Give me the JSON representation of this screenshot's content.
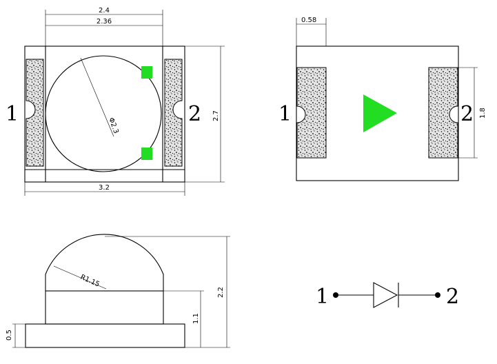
{
  "top_view": {
    "dims": {
      "width_outer": "2.4",
      "width_inner": "2.36",
      "length": "3.2",
      "height": "2.7",
      "lens_diameter": "Φ2.3"
    },
    "pins": {
      "left": "1",
      "right": "2"
    }
  },
  "bottom_view": {
    "dims": {
      "pad_offset": "0.58",
      "pad_height": "1.8"
    },
    "pins": {
      "left": "1",
      "right": "2"
    },
    "polarity_color": "#22dd22"
  },
  "side_view": {
    "dims": {
      "radius": "R1.15",
      "total_height": "2.2",
      "body_height": "1.1",
      "base_height": "0.5"
    }
  },
  "schematic": {
    "pins": {
      "anode": "1",
      "cathode": "2"
    }
  },
  "colors": {
    "line": "#000000",
    "marker": "#22dd22",
    "pad_fill": "#e6e6e6"
  }
}
